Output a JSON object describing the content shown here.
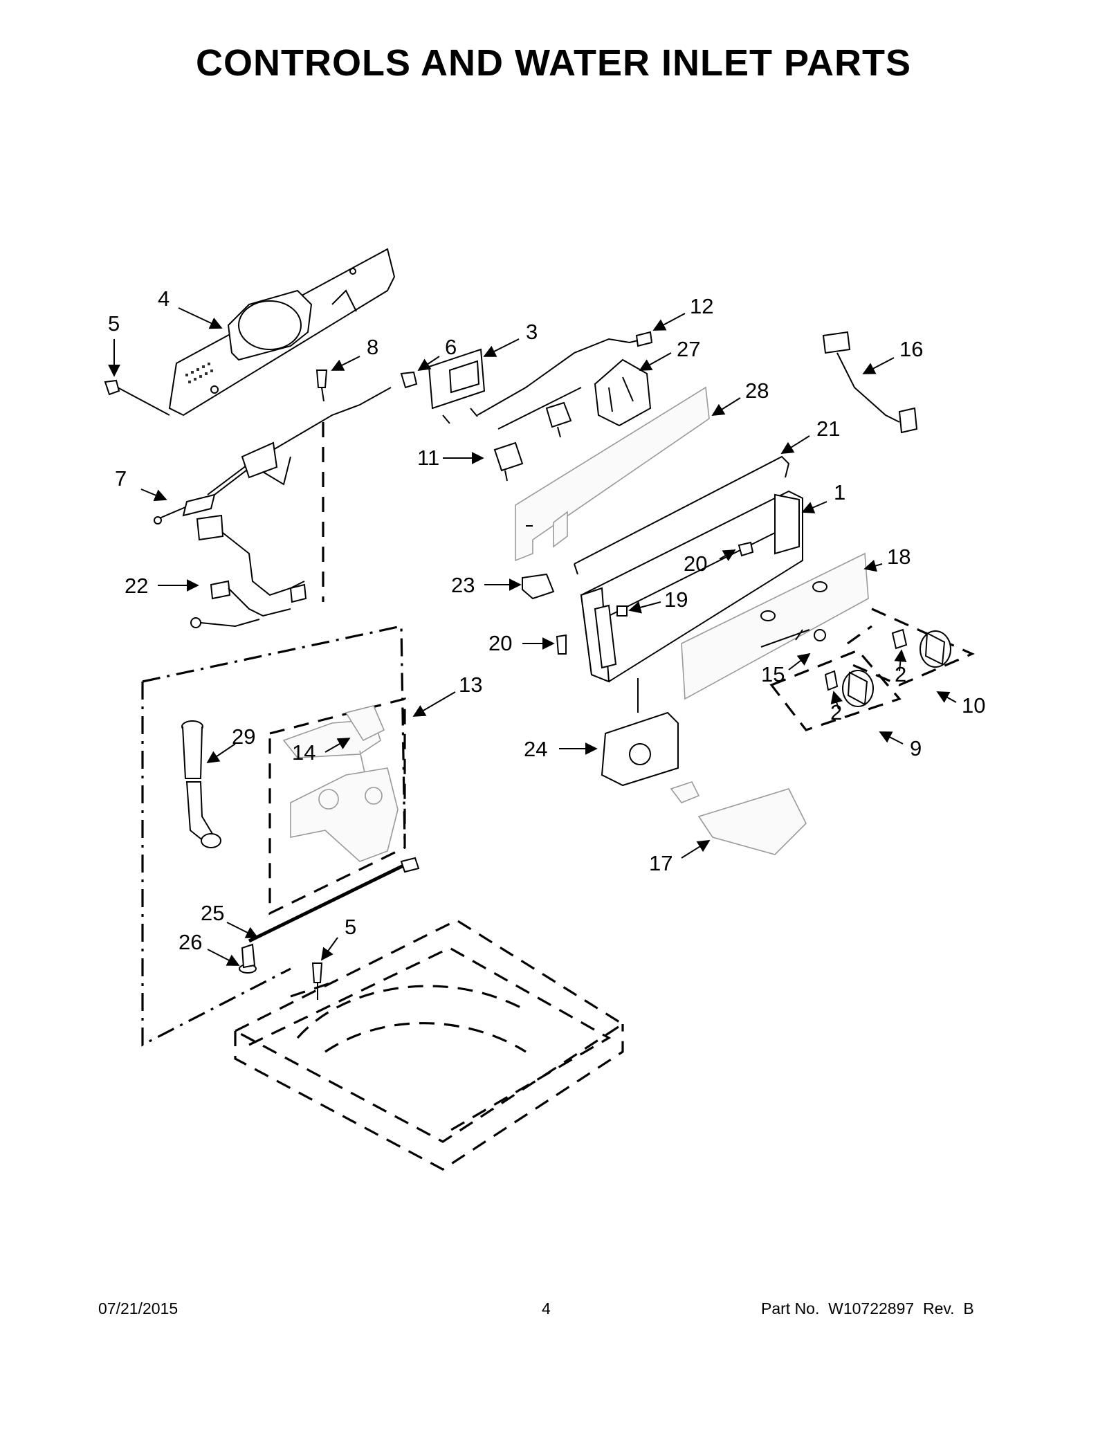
{
  "page": {
    "title": "CONTROLS AND WATER INLET PARTS",
    "date": "07/21/2015",
    "page_number": "4",
    "part_number": "Part No.  W10722897  Rev.  B"
  },
  "callouts": {
    "c1": "1",
    "c2a": "2",
    "c2b": "2",
    "c3": "3",
    "c4": "4",
    "c5a": "5",
    "c5b": "5",
    "c6": "6",
    "c7": "7",
    "c8": "8",
    "c9": "9",
    "c10": "10",
    "c11": "11",
    "c12": "12",
    "c13": "13",
    "c14": "14",
    "c15": "15",
    "c16": "16",
    "c17": "17",
    "c18": "18",
    "c19": "19",
    "c20a": "20",
    "c20b": "20",
    "c21": "21",
    "c22": "22",
    "c23": "23",
    "c24": "24",
    "c25": "25",
    "c26": "26",
    "c27": "27",
    "c28": "28",
    "c29": "29"
  }
}
